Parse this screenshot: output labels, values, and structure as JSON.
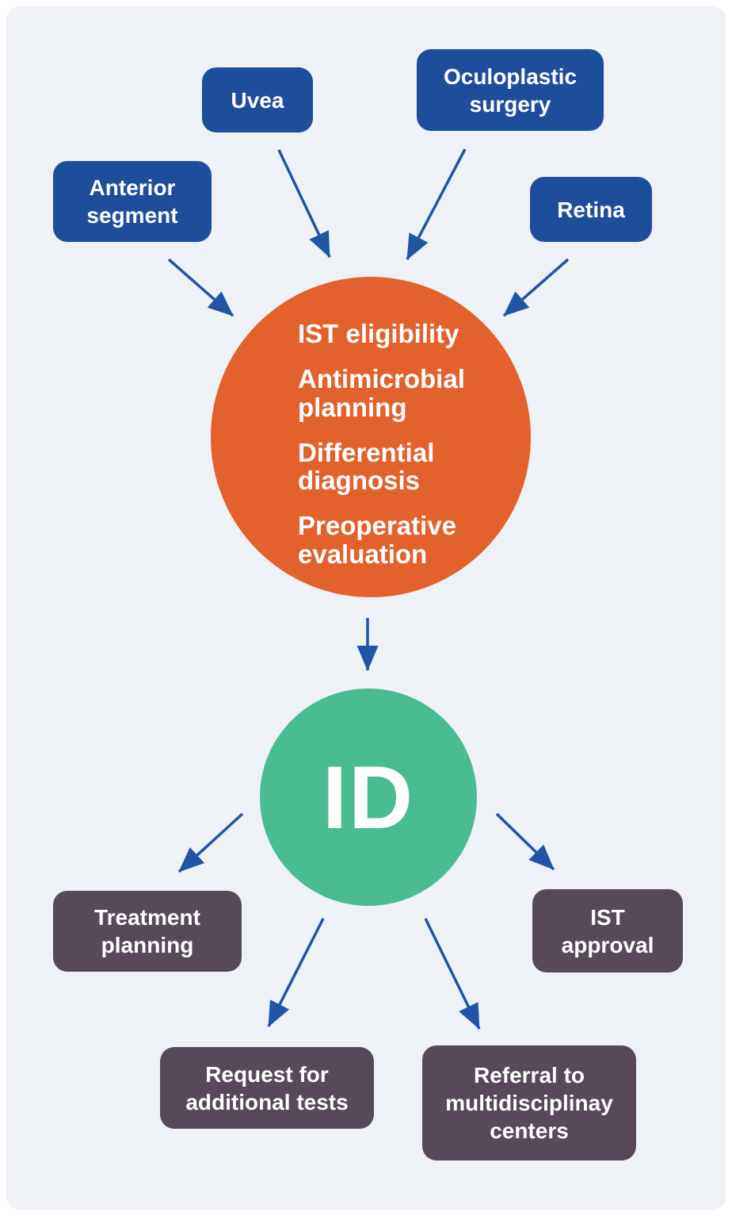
{
  "diagram": {
    "colors": {
      "page-bg": "#ffffff",
      "panel-bg": "#eef1f6",
      "blue-node": "#1d4e9c",
      "orange-hub": "#e2612c",
      "green-node": "#4abc92",
      "purple-node": "#574959",
      "arrow": "#2154a6",
      "text-light": "#ffffff"
    },
    "top_boxes": [
      {
        "id": "uvea",
        "label": "Uvea"
      },
      {
        "id": "oculoplastic-surgery",
        "label": "Oculoplastic surgery"
      },
      {
        "id": "anterior-segment",
        "label": "Anterior segment"
      },
      {
        "id": "retina",
        "label": "Retina"
      }
    ],
    "hub": {
      "items": [
        "IST eligibility",
        "Antimicrobial planning",
        "Differential diagnosis",
        "Preoperative evaluation"
      ]
    },
    "id_node": {
      "label": "ID"
    },
    "bottom_boxes": [
      {
        "id": "treatment-planning",
        "label": "Treatment planning"
      },
      {
        "id": "ist-approval",
        "label": "IST approval"
      },
      {
        "id": "request-additional-tests",
        "label": "Request for additional tests"
      },
      {
        "id": "referral-multidisciplinary-centers",
        "label": "Referral to multidisciplinay centers"
      }
    ]
  }
}
